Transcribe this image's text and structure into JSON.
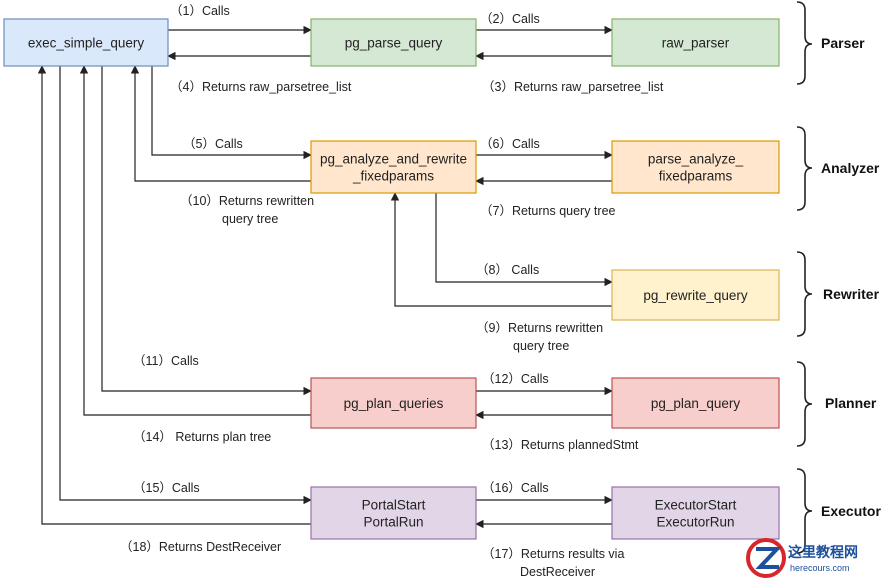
{
  "colors": {
    "blue_fill": "#dae8fc",
    "blue_stroke": "#6c8ebf",
    "green_fill": "#d5e8d4",
    "green_stroke": "#82b366",
    "orange_fill": "#ffe6cc",
    "orange_stroke": "#d79b00",
    "yellow_fill": "#fff2cc",
    "yellow_stroke": "#d6b656",
    "red_fill": "#f8cecc",
    "red_stroke": "#b85450",
    "purple_fill": "#e1d5e7",
    "purple_stroke": "#9673a6",
    "line": "#222222",
    "logo_red": "#d7262c",
    "logo_blue": "#1d4f9c"
  },
  "nodes": {
    "exec_simple_query": {
      "lines": [
        "exec_simple_query"
      ],
      "color": "blue"
    },
    "pg_parse_query": {
      "lines": [
        "pg_parse_query"
      ],
      "color": "green"
    },
    "raw_parser": {
      "lines": [
        "raw_parser"
      ],
      "color": "green"
    },
    "pg_analyze_and_rewrite": {
      "lines": [
        "pg_analyze_and_rewrite",
        "_fixedparams"
      ],
      "color": "orange"
    },
    "parse_analyze": {
      "lines": [
        "parse_analyze_",
        "fixedparams"
      ],
      "color": "orange"
    },
    "pg_rewrite_query": {
      "lines": [
        "pg_rewrite_query"
      ],
      "color": "yellow"
    },
    "pg_plan_queries": {
      "lines": [
        "pg_plan_queries"
      ],
      "color": "red"
    },
    "pg_plan_query": {
      "lines": [
        "pg_plan_query"
      ],
      "color": "red"
    },
    "portal": {
      "lines": [
        "PortalStart",
        "PortalRun"
      ],
      "color": "purple"
    },
    "executor": {
      "lines": [
        "ExecutorStart",
        "ExecutorRun"
      ],
      "color": "purple"
    }
  },
  "edge_labels": {
    "e1": [
      "（1）Calls"
    ],
    "e2": [
      "（2）Calls"
    ],
    "e3": [
      "（3）Returns raw_parsetree_list"
    ],
    "e4": [
      "（4）Returns raw_parsetree_list"
    ],
    "e5": [
      "（5）Calls"
    ],
    "e6": [
      "（6）Calls"
    ],
    "e7": [
      "（7）Returns query tree"
    ],
    "e8": [
      "（8） Calls"
    ],
    "e9": [
      "（9）Returns rewritten",
      "query tree"
    ],
    "e10": [
      "（10）Returns rewritten",
      "query tree"
    ],
    "e11": [
      "（11）Calls"
    ],
    "e12": [
      "（12）Calls"
    ],
    "e13": [
      "（13）Returns plannedStmt"
    ],
    "e14": [
      "（14） Returns plan tree"
    ],
    "e15": [
      "（15）Calls"
    ],
    "e16": [
      "（16）Calls"
    ],
    "e17": [
      "（17）Returns results via",
      "DestReceiver"
    ],
    "e18": [
      "（18）Returns  DestReceiver"
    ]
  },
  "stages": {
    "parser": "Parser",
    "analyzer": "Analyzer",
    "rewriter": "Rewriter",
    "planner": "Planner",
    "executor": "Executor"
  },
  "watermark": {
    "title": "这里教程网",
    "subtitle": "herecours.com"
  }
}
